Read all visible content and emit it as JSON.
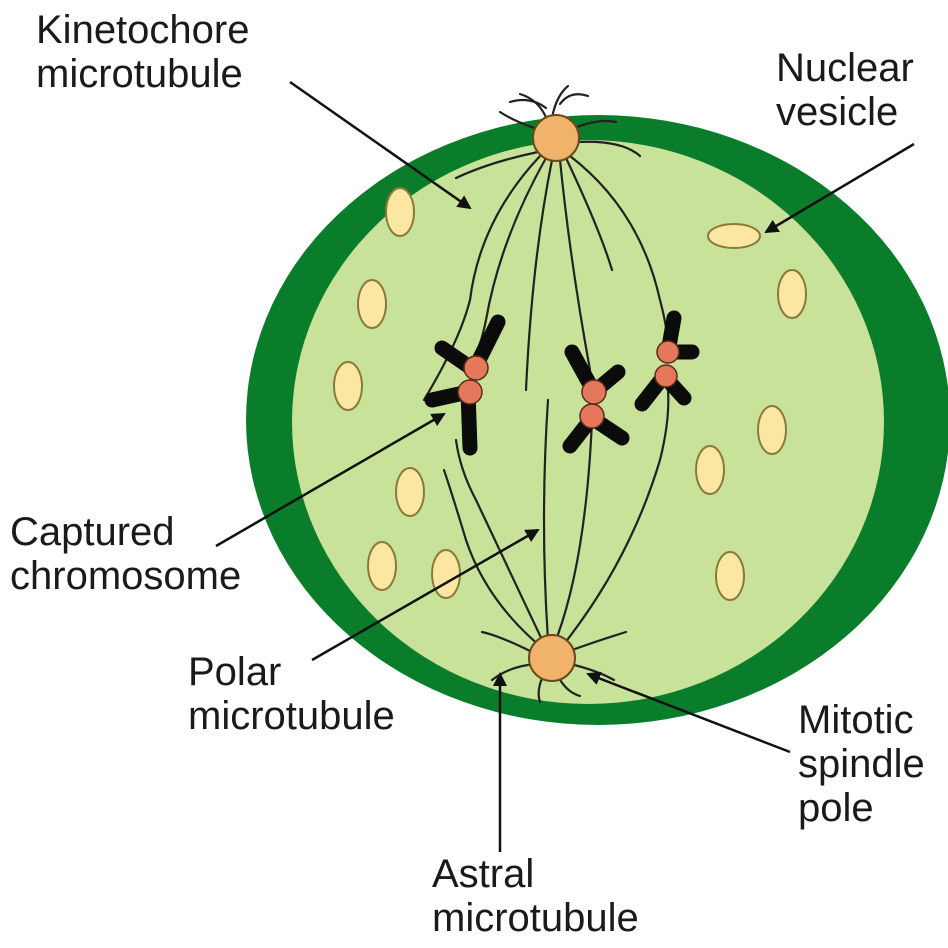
{
  "labels": {
    "kinetochore_microtubule": [
      "Kinetochore",
      "microtubule"
    ],
    "nuclear_vesicle": [
      "Nuclear",
      "vesicle"
    ],
    "captured_chromosome": [
      "Captured",
      "chromosome"
    ],
    "polar_microtubule": [
      "Polar",
      "microtubule"
    ],
    "mitotic_spindle_pole": [
      "Mitotic",
      "spindle",
      "pole"
    ],
    "astral_microtubule": [
      "Astral",
      "microtubule"
    ]
  },
  "colors": {
    "cell_wall": "#0a7d2a",
    "cytoplasm": "#c8e29a",
    "vesicle_fill": "#fbe6a2",
    "vesicle_stroke": "#8a7a3a",
    "spindle_pole": "#f1b36a",
    "kinetochore": "#e5785b",
    "chromosome": "#0b0b0b",
    "microtubule": "#222222",
    "arrow": "#111111"
  }
}
